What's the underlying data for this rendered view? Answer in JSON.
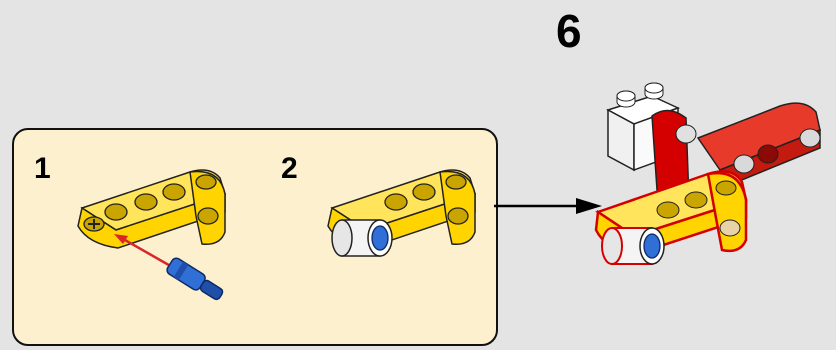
{
  "step": {
    "number": "6"
  },
  "callout": {
    "substeps": [
      {
        "label": "1",
        "icon": "yellow-l-beam-with-blue-pin-insert-icon"
      },
      {
        "label": "2",
        "icon": "yellow-l-beam-with-pin-assembled-icon"
      }
    ]
  },
  "result": {
    "icon": "assembled-model-red-yellow-beams-icon"
  },
  "colors": {
    "background": "#e4e4e4",
    "callout_fill": "#fdf0cf",
    "beam_yellow": "#ffd400",
    "beam_red": "#d40000",
    "pin_blue": "#2f6fd6",
    "arrow_red": "#d8262a"
  }
}
